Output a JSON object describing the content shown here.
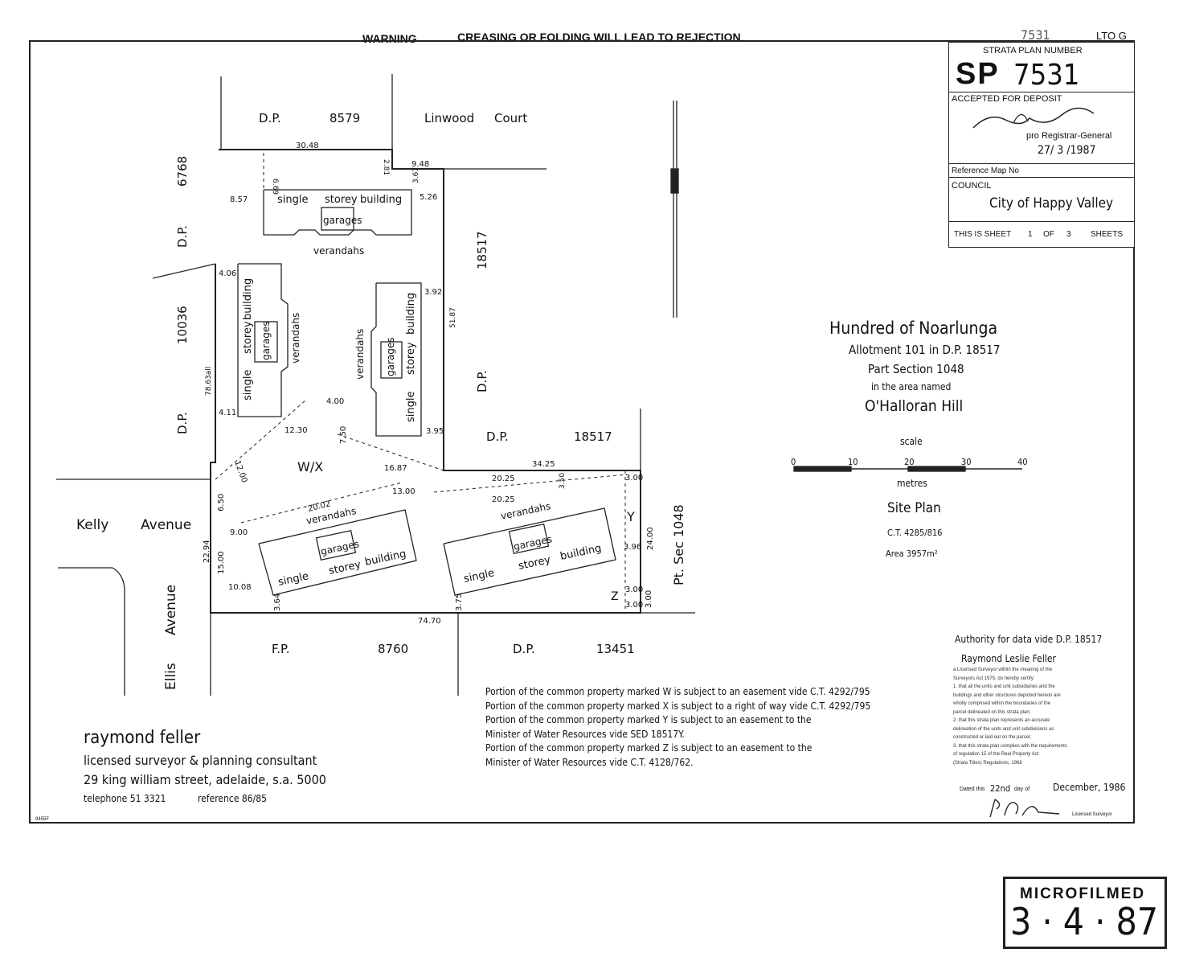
{
  "header": {
    "warning": "WARNING",
    "rejection": "CREASING OR FOLDING WILL LEAD TO REJECTION",
    "corner_number": "7531",
    "lto": "LTO G"
  },
  "title_block": {
    "label": "STRATA PLAN NUMBER",
    "sp_prefix": "SP",
    "sp_number": "7531",
    "accepted": "ACCEPTED FOR DEPOSIT",
    "registrar": "pro Registrar-General",
    "date": "27/ 3 /1987",
    "reference_map": "Reference Map No",
    "council_label": "COUNCIL",
    "council_name": "City of Happy Valley",
    "sheet_this": "THIS IS SHEET",
    "sheet_num": "1",
    "sheet_of": "OF",
    "sheet_total": "3",
    "sheets": "SHEETS"
  },
  "location": {
    "hundred": "Hundred of Noarlunga",
    "allotment": "Allotment 101 in D.P. 18517",
    "part_section": "Part Section 1048",
    "area_named": "in the area named",
    "place": "O'Halloran Hill",
    "scale_label": "scale",
    "scale_ticks": [
      "0",
      "10",
      "20",
      "30",
      "40"
    ],
    "scale_unit": "metres",
    "site_plan": "Site Plan",
    "ct": "C.T. 4285/816",
    "area": "Area 3957m²"
  },
  "plan_labels": {
    "dp8579": "D.P.",
    "dp8579_num": "8579",
    "linwood": "Linwood",
    "court": "Court",
    "dp_left": "D.P.",
    "dp_left_num": "6768",
    "dp10036": "D.P.",
    "dp10036_num": "10036",
    "dp18517_v": "D.P.",
    "dp18517_v_num": "18517",
    "dp18517_h": "D.P.",
    "dp18517_h_num": "18517",
    "kelly": "Kelly",
    "avenue": "Avenue",
    "ellis": "Ellis",
    "ellis_avenue": "Avenue",
    "fp": "F.P.",
    "fp_num": "8760",
    "dp13451": "D.P.",
    "dp13451_num": "13451",
    "pt_sec": "Pt. Sec 1048",
    "wx": "W/X",
    "y": "Y",
    "z": "Z",
    "single": "single",
    "storey": "storey",
    "building": "building",
    "garages": "garages",
    "verandahs": "verandahs",
    "dims": {
      "d3048": "30.48",
      "d948": "9.48",
      "d857": "8.57",
      "d526": "5.26",
      "d406": "4.06",
      "d392": "3.92",
      "d411": "4.11",
      "d395": "3.95",
      "d400": "4.00",
      "d1230": "12.30",
      "d750": "7.50",
      "d1200": "12.00",
      "d1687": "16.87",
      "d3425": "34.25",
      "d2025a": "20.25",
      "d2025b": "20.25",
      "d1300": "13.00",
      "d2002": "20.02",
      "d650": "6.50",
      "d900": "9.00",
      "d1500": "15.00",
      "d1008": "10.08",
      "d2294": "22.94",
      "d7470": "74.70",
      "d364": "3.64",
      "d375": "3.75",
      "d300a": "3.00",
      "d396": "3.96",
      "d2400": "24.00",
      "d300b": "3.00",
      "d300c": "3.00",
      "d300d": "3.00",
      "d7863": "78.63all",
      "d5187": "51.87",
      "d669": "6.69",
      "d367": "3.67",
      "d281": "2.81",
      "d350": "3.50"
    }
  },
  "easements": [
    "Portion of the common property marked W is subject to an easement vide C.T. 4292/795",
    "Portion of the common property marked X is subject to a right of way vide C.T. 4292/795",
    "Portion of the common property marked Y is subject to an easement to the",
    "Minister of Water Resources vide SED 18517Y.",
    "Portion of the common property marked Z is subject to an easement to the",
    "Minister of Water Resources vide C.T. 4128/762."
  ],
  "surveyor": {
    "name": "raymond feller",
    "title": "licensed surveyor & planning consultant",
    "address": "29 king william street, adelaide, s.a. 5000",
    "telephone": "telephone 51 3321",
    "reference": "reference 86/85"
  },
  "certificate": {
    "authority": "Authority for data vide D.P. 18517",
    "surveyor_name": "Raymond Leslie Feller",
    "lines": [
      "a Licensed Surveyor within the meaning of the",
      "Surveyors Act 1975, do hereby certify:",
      "1. that all the units and unit subsidiaries and the",
      "buildings and other structures depicted hereon are",
      "wholly comprised within the boundaries of the",
      "parcel delineated on this strata plan;",
      "2. that this strata plan represents an accurate",
      "delineation of the units and unit subdivisions as",
      "constructed or laid out on the parcel;",
      "3. that this strata plan complies with the requirements",
      "of regulation 15 of the Real Property Act",
      "(Strata Titles) Regulations, 1968"
    ],
    "dated": "Dated this",
    "day": "22nd",
    "day_of": "day of",
    "month_year": "December, 1986",
    "licensed": "Licensed Surveyor"
  },
  "stamp": {
    "label": "MICROFILMED",
    "date": "3 · 4 · 87"
  },
  "footer_code": "9455F"
}
